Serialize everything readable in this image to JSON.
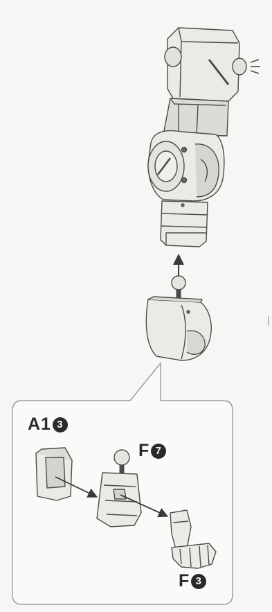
{
  "parts": [
    {
      "id": "a1",
      "letter": "A1",
      "number": "3"
    },
    {
      "id": "f7",
      "letter": "F",
      "number": "7"
    },
    {
      "id": "f3",
      "letter": "F",
      "number": "3"
    }
  ],
  "colors": {
    "part_fill": "#ebebe6",
    "part_shade": "#cfcfca",
    "line": "#4a4a4a",
    "callout_border": "#9a9a9a"
  },
  "icons": [
    "arrow-up-icon",
    "arrow-right-icon",
    "motion-lines-icon"
  ]
}
